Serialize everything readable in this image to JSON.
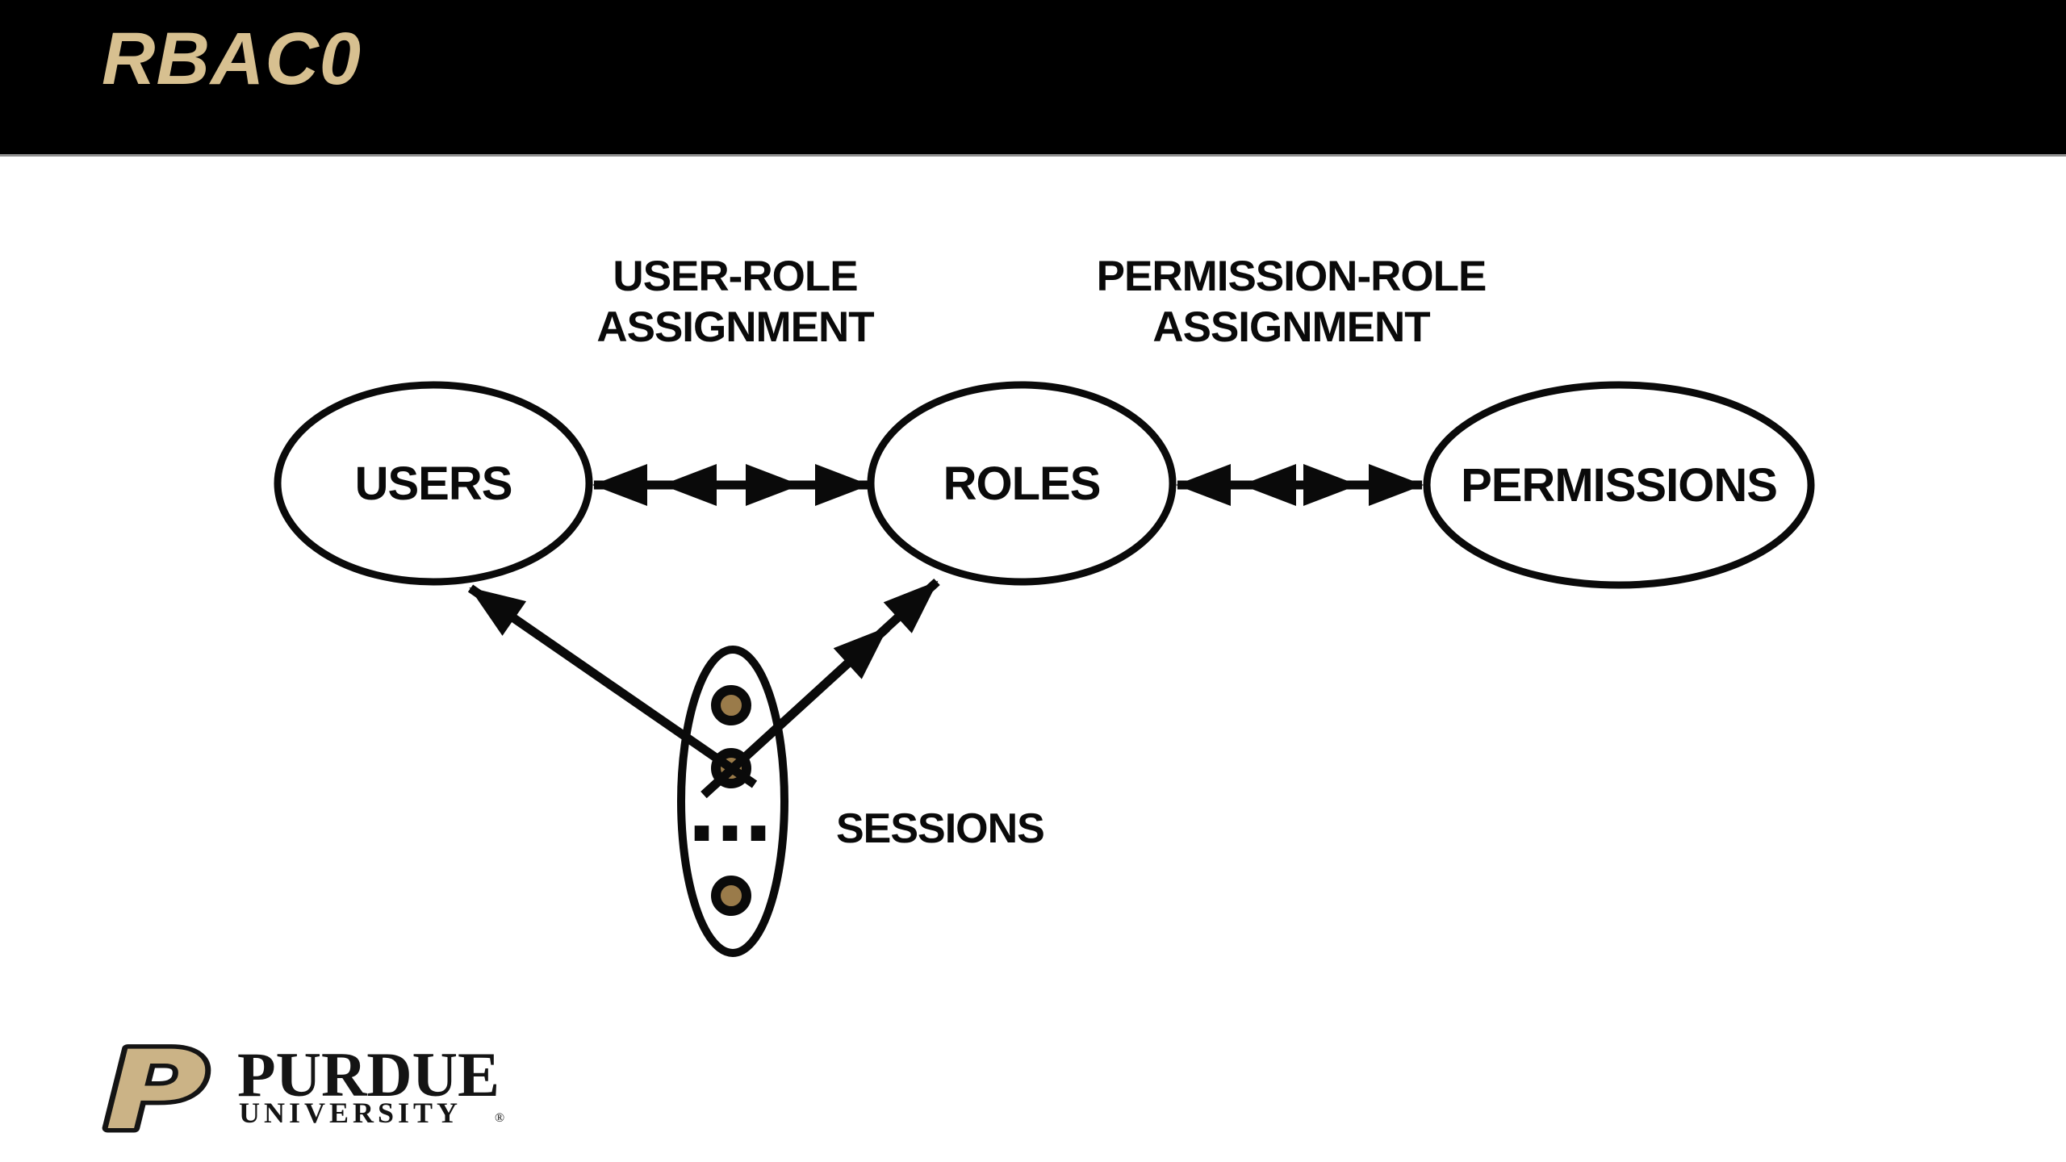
{
  "theme": {
    "header_bg": "#000000",
    "title_gold": "#D7C090",
    "divider_gray": "#8F8F8F",
    "ink": "#0A0A0A",
    "dot_gold": "#9A7B4A",
    "logo_gold": "#CBB386",
    "logo_ink": "#141414"
  },
  "header": {
    "title": "RBAC0"
  },
  "diagram": {
    "relationship_labels": {
      "user_role": {
        "line1": "USER-ROLE",
        "line2": "ASSIGNMENT"
      },
      "permission_role": {
        "line1": "PERMISSION-ROLE",
        "line2": "ASSIGNMENT"
      }
    },
    "nodes": {
      "users": "USERS",
      "roles": "ROLES",
      "permissions": "PERMISSIONS",
      "sessions": "SESSIONS"
    },
    "sessions_ellipsis": "...",
    "session_dot_count": 3,
    "edges": [
      {
        "from": "USERS",
        "to": "ROLES",
        "label": "USER-ROLE ASSIGNMENT",
        "style": "double-arrowheads-both-ends"
      },
      {
        "from": "ROLES",
        "to": "PERMISSIONS",
        "label": "PERMISSION-ROLE ASSIGNMENT",
        "style": "double-arrowheads-both-ends"
      },
      {
        "from": "SESSIONS",
        "to": "USERS",
        "style": "single-arrowhead"
      },
      {
        "from": "SESSIONS",
        "to": "ROLES",
        "style": "double-arrowhead"
      }
    ]
  },
  "footer": {
    "logo": {
      "monogram": "P",
      "name": "PURDUE",
      "subtitle": "UNIVERSITY",
      "registered_mark": "®"
    }
  }
}
